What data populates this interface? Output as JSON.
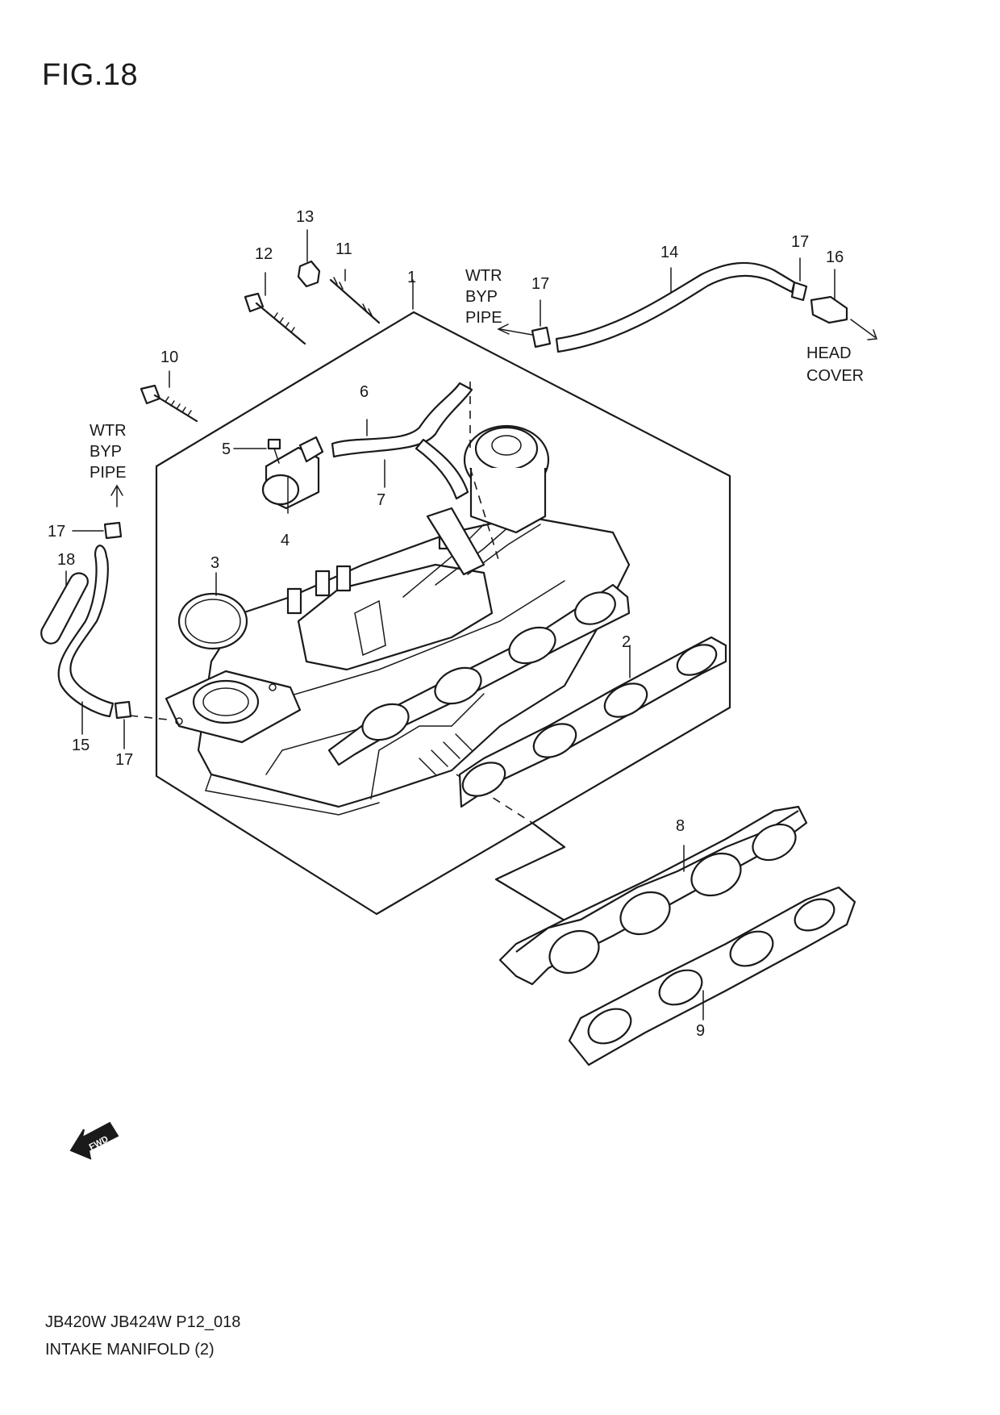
{
  "figure": {
    "title": "FIG.18"
  },
  "footer": {
    "code": "JB420W JB424W P12_018",
    "caption": "INTAKE MANIFOLD (2)"
  },
  "callouts": [
    "1",
    "2",
    "3",
    "4",
    "5",
    "6",
    "7",
    "8",
    "9",
    "10",
    "11",
    "12",
    "13",
    "14",
    "15",
    "16",
    "17",
    "17",
    "17",
    "17",
    "18"
  ],
  "notes": {
    "wtr_byp_pipe_top": [
      "WTR",
      "BYP",
      "PIPE"
    ],
    "wtr_byp_pipe_left": [
      "WTR",
      "BYP",
      "PIPE"
    ],
    "head_cover": [
      "HEAD",
      "COVER"
    ],
    "fwd_badge": "FWD"
  }
}
